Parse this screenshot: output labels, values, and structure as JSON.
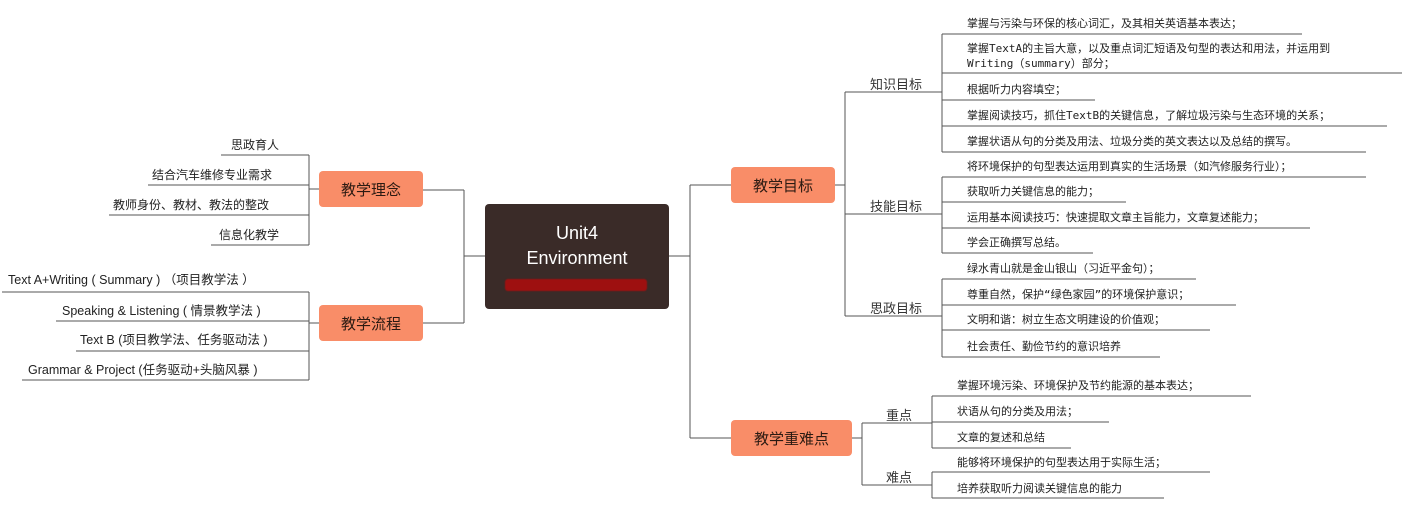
{
  "center": {
    "line1": "Unit4",
    "line2": "Environment"
  },
  "left": [
    {
      "label": "教学理念",
      "items": [
        "思政育人",
        "结合汽车维修专业需求",
        "教师身份、教材、教法的整改",
        "信息化教学"
      ]
    },
    {
      "label": "教学流程",
      "items": [
        "Text A+Writing ( Summary ) （项目教学法 ）",
        "Speaking & Listening ( 情景教学法 )",
        "Text B (项目教学法、任务驱动法 )",
        "Grammar & Project (任务驱动+头脑风暴 )"
      ]
    }
  ],
  "right": [
    {
      "label": "教学目标",
      "groups": [
        {
          "label": "知识目标",
          "items": [
            "掌握与污染与环保的核心词汇，及其相关英语基本表达；",
            "掌握TextA的主旨大意，以及重点词汇短语及句型的表达和用法，并运用到",
            "Writing（summary）部分；",
            "根据听力内容填空；",
            "掌握阅读技巧，抓住TextB的关键信息，了解垃圾污染与生态环境的关系；",
            "掌握状语从句的分类及用法、垃圾分类的英文表达以及总结的撰写。"
          ]
        },
        {
          "label": "技能目标",
          "items": [
            "将环境保护的句型表达运用到真实的生活场景（如汽修服务行业）；",
            "获取听力关键信息的能力；",
            "运用基本阅读技巧：快速提取文章主旨能力，文章复述能力；",
            "学会正确撰写总结。"
          ]
        },
        {
          "label": "思政目标",
          "items": [
            "绿水青山就是金山银山（习近平金句）；",
            "尊重自然，保护“绿色家园”的环境保护意识；",
            "文明和谐：树立生态文明建设的价值观；",
            "社会责任、勤俭节约的意识培养"
          ]
        }
      ]
    },
    {
      "label": "教学重难点",
      "groups": [
        {
          "label": "重点",
          "items": [
            "掌握环境污染、环境保护及节约能源的基本表达；",
            "状语从句的分类及用法；",
            "文章的复述和总结"
          ]
        },
        {
          "label": "难点",
          "items": [
            "能够将环境保护的句型表达用于实际生活；",
            "培养获取听力阅读关键信息的能力"
          ]
        }
      ]
    }
  ],
  "colors": {
    "central_bg": "#3a2b28",
    "branch_bg": "#f98d68",
    "line": "#555555"
  }
}
